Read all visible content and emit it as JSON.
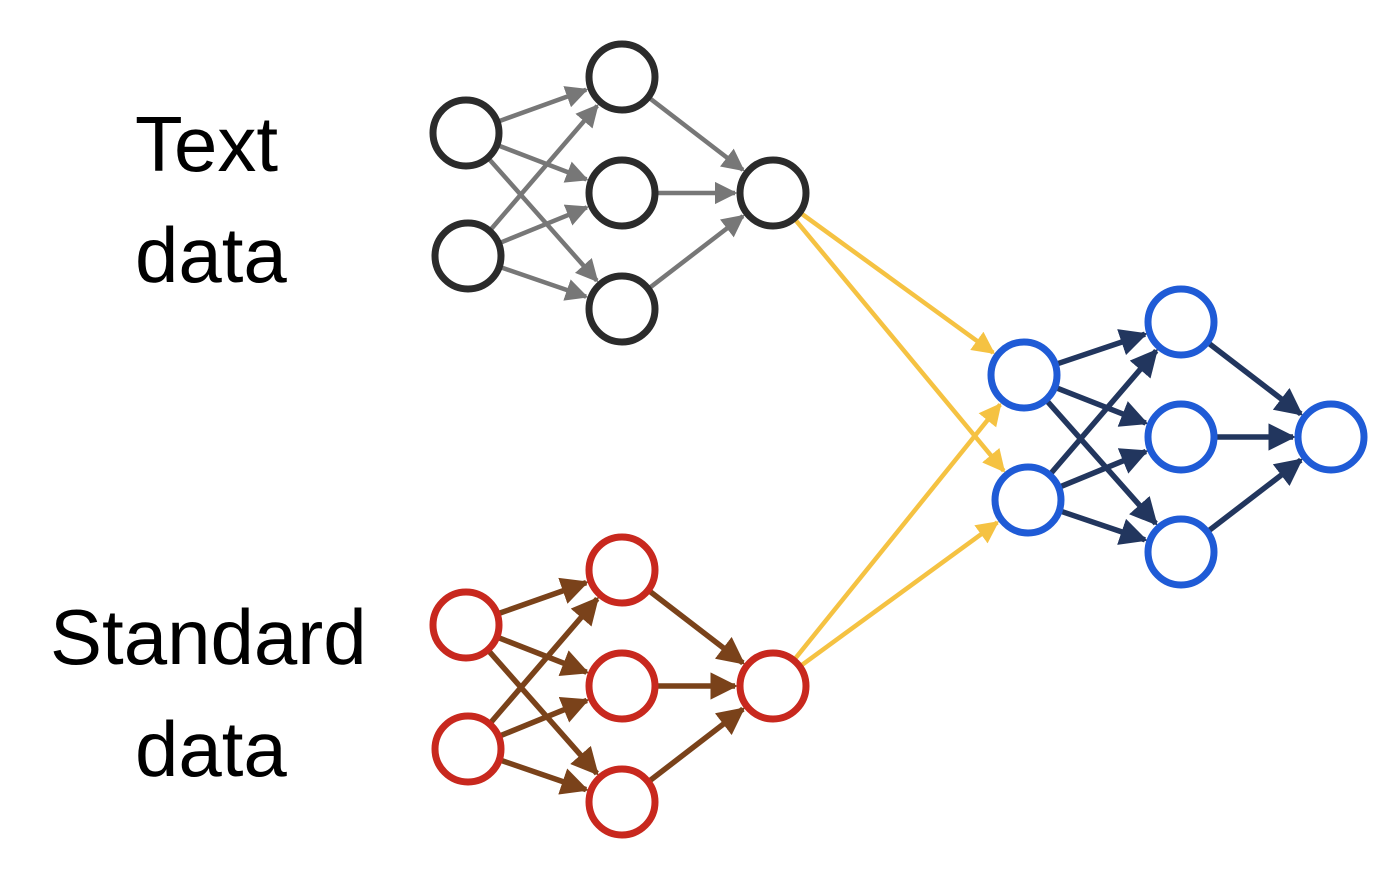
{
  "labels": {
    "text_line1": "Text",
    "text_line2": "data",
    "standard_line1": "Standard",
    "standard_line2": "data"
  },
  "colors": {
    "text_net_node": "#2b2b2b",
    "text_net_edge": "#777777",
    "standard_net_node": "#c8281e",
    "standard_net_edge": "#7a421a",
    "merge_edge": "#f5c242",
    "head_net_node": "#1f5bd6",
    "head_net_edge": "#22365e"
  }
}
